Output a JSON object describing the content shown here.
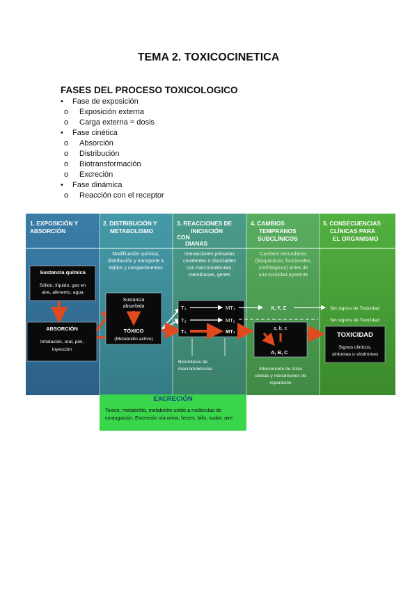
{
  "title": "TEMA 2. TOXICOCINETICA",
  "section_title": "FASES DEL PROCESO TOXICOLOGICO",
  "outline": [
    {
      "level": 1,
      "marker": "•",
      "text": "Fase de exposición"
    },
    {
      "level": 2,
      "marker": "o",
      "text": "Exposición externa"
    },
    {
      "level": 2,
      "marker": "o",
      "text": "Carga externa = dosis"
    },
    {
      "level": 1,
      "marker": "•",
      "text": "Fase cinética"
    },
    {
      "level": 2,
      "marker": "o",
      "text": "Absorción"
    },
    {
      "level": 2,
      "marker": "o",
      "text": "Distribución"
    },
    {
      "level": 2,
      "marker": "o",
      "text": "Biotransformación"
    },
    {
      "level": 2,
      "marker": "o",
      "text": "Excreción"
    },
    {
      "level": 1,
      "marker": "•",
      "text": "Fase dinámica"
    },
    {
      "level": 2,
      "marker": "o",
      "text": "Reacción con el receptor"
    }
  ],
  "figure": {
    "columns": [
      {
        "heading": [
          "1. EXPOSICIÓN Y",
          "ABSORCIÓN"
        ],
        "color": "#2f6f95"
      },
      {
        "heading": [
          "2. DISTRIBUCIÓN Y",
          "METABOLISMO"
        ],
        "color": "#3c8596"
      },
      {
        "heading": [
          "3. REACCIONES DE",
          "INICIACIÓN",
          "CON",
          "DIANAS"
        ],
        "color": "#3f8a7a"
      },
      {
        "heading": [
          "4. CAMBIOS",
          "TEMPRANOS",
          "SUBCLÍNICOS"
        ],
        "color": "#4a9a55"
      },
      {
        "heading": [
          "5. CONSECUENCIAS",
          "CLÍNICAS PARA",
          "EL ORGANISMO"
        ],
        "color": "#3f9a35"
      }
    ],
    "col2_desc": [
      "Modificación química,",
      "distribución y transporte a",
      "tejidos y compartimentos"
    ],
    "col3_desc": [
      "Interacciones primarias",
      "covalentes o disociables",
      "con macromoléculas,",
      "membranas, genes"
    ],
    "col4_desc": [
      "Cambios secundarios",
      "(bioquímicos, funcionales,",
      "morfológicos) antes de",
      "una toxicidad aparente"
    ],
    "sustancia_quimica": {
      "label": "Sustancia química",
      "detail": [
        "Sólido, líquido, gas en",
        "aire, alimento, agua"
      ]
    },
    "absorcion": {
      "label": "ABSORCIÓN",
      "detail": [
        "Inhalación, oral, piel,",
        "inyección"
      ]
    },
    "sustancia_absorbida": [
      "Sustancia",
      "absorbida"
    ],
    "toxico": {
      "label": "TÓXICO",
      "detail": "(Metabolito activo)"
    },
    "targets": [
      "T₃",
      "T₂",
      "T₁"
    ],
    "mts": [
      "MT₃",
      "MT₂",
      "MT₁"
    ],
    "xyz": "X, Y, Z",
    "abc_lower": "a, b, c",
    "abc_upper": "A, B, C",
    "sin_signos_1": "Sin signos de Toxicidad",
    "sin_signos_2": "Sin signos de Toxicidad",
    "toxicidad": {
      "label": "TOXICIDAD",
      "detail": [
        "Signos clínicos,",
        "síntomas o síndromes"
      ]
    },
    "biosintesis": [
      "Biosíntesis de",
      "macromoléculas"
    ],
    "intervencion": [
      "Intervención de otras",
      "células y mecanismos de",
      "reparación"
    ]
  },
  "excrecion": {
    "title": "EXCRECIÓN",
    "body": "Toxico, metabolito, metabolito unido a moléculas de conjugación. Excreción vía orina, heces, bilis, sudor, aire"
  }
}
